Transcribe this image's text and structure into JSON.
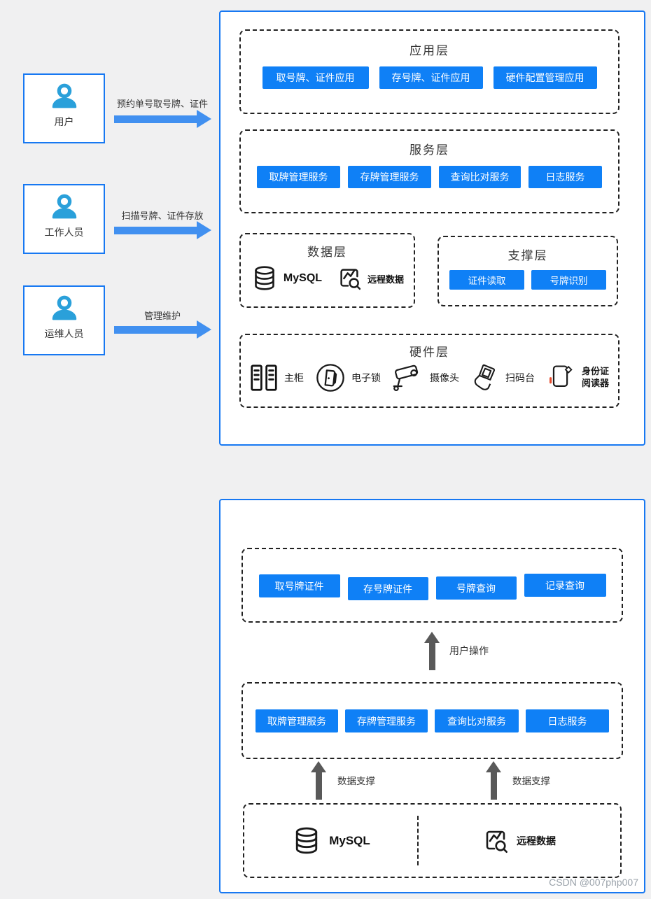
{
  "colors": {
    "accent_blue": "#0f80f6",
    "panel_border_blue": "#1778f2",
    "person_icon_blue": "#2aa0da",
    "flow_arrow_blue": "#4190f0",
    "dark_arrow_gray": "#595959",
    "dashed_border": "#212121",
    "red_accent": "#e84c2d"
  },
  "actors": [
    {
      "label": "用户",
      "arrow_label": "预约单号取号牌、证件",
      "icon": "user-icon"
    },
    {
      "label": "工作人员",
      "arrow_label": "扫描号牌、证件存放",
      "icon": "user-icon"
    },
    {
      "label": "运维人员",
      "arrow_label": "管理维护",
      "icon": "user-icon"
    }
  ],
  "architecture_panel": {
    "application_layer": {
      "title": "应用层",
      "buttons": [
        "取号牌、证件应用",
        "存号牌、证件应用",
        "硬件配置管理应用"
      ]
    },
    "service_layer": {
      "title": "服务层",
      "buttons": [
        "取牌管理服务",
        "存牌管理服务",
        "查询比对服务",
        "日志服务"
      ]
    },
    "data_layer": {
      "title": "数据层",
      "items": [
        {
          "label": "MySQL",
          "icon": "database-icon"
        },
        {
          "label": "远程数据",
          "icon": "remote-data-icon"
        }
      ]
    },
    "support_layer": {
      "title": "支撑层",
      "buttons": [
        "证件读取",
        "号牌识别"
      ]
    },
    "hardware_layer": {
      "title": "硬件层",
      "items": [
        {
          "label": "主柜",
          "icon": "cabinet-icon"
        },
        {
          "label": "电子锁",
          "icon": "electronic-lock-icon"
        },
        {
          "label": "摄像头",
          "icon": "camera-icon"
        },
        {
          "label": "扫码台",
          "icon": "scan-station-icon"
        },
        {
          "label_line1": "身份证",
          "label_line2": "阅读器",
          "icon": "id-card-reader-icon"
        }
      ]
    }
  },
  "flow_panel": {
    "operation_layer": {
      "buttons": [
        "取号牌证件",
        "存号牌证件",
        "号牌查询",
        "记录查询"
      ]
    },
    "user_operation_label": "用户操作",
    "service_layer": {
      "buttons": [
        "取牌管理服务",
        "存牌管理服务",
        "查询比对服务",
        "日志服务"
      ]
    },
    "data_support_label_left": "数据支撑",
    "data_support_label_right": "数据支撑",
    "data_layer": {
      "items": [
        {
          "label": "MySQL",
          "icon": "database-icon"
        },
        {
          "label": "远程数据",
          "icon": "remote-data-icon"
        }
      ]
    }
  },
  "watermark": "CSDN @007php007"
}
